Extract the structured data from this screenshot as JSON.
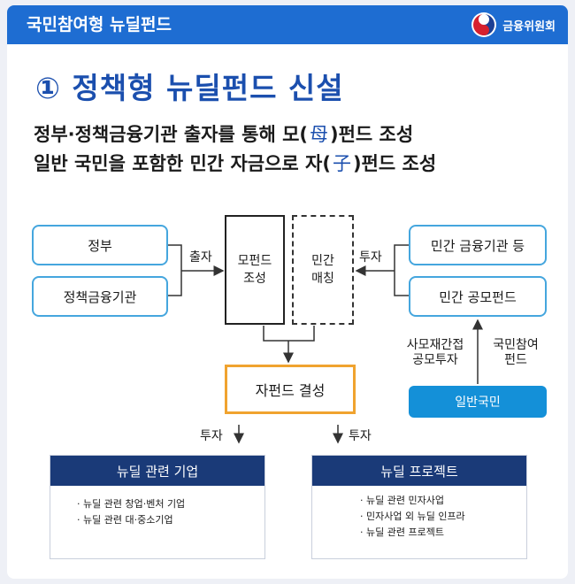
{
  "header": {
    "title": "국민참여형 뉴딜펀드",
    "logo_text": "금융위원회"
  },
  "section": {
    "title": "① 정책형 뉴딜펀드 신설",
    "line1_pre": "정부·정책금융기관 출자를 통해 모(",
    "line1_hanja": "母",
    "line1_post": ")펀드 조성",
    "line2_pre": "일반 국민을 포함한 민간 자금으로 자(",
    "line2_hanja": "子",
    "line2_post": ")펀드 조성"
  },
  "diagram": {
    "gov": "정부",
    "policy_fin": "정책금융기관",
    "invest_label_left": "출자",
    "mother_line1": "모펀드",
    "mother_line2": "조성",
    "private_line1": "민간",
    "private_line2": "매칭",
    "invest_label_right": "투자",
    "private_fin": "민간 금융기관 등",
    "private_public_fund": "민간 공모펀드",
    "indirect_line1": "사모재간접",
    "indirect_line2": "공모투자",
    "citizen_fund_line1": "국민참여",
    "citizen_fund_line2": "펀드",
    "citizen": "일반국민",
    "child_fund": "자펀드 결성",
    "invest_down_left": "투자",
    "invest_down_right": "투자"
  },
  "panels": {
    "left": {
      "title": "뉴딜 관련 기업",
      "items": [
        "· 뉴딜 관련 창업·벤처 기업",
        "· 뉴딜 관련 대·중소기업"
      ]
    },
    "right": {
      "title": "뉴딜 프로젝트",
      "items": [
        "· 뉴딜 관련 민자사업",
        "· 민자사업 외 뉴딜 인프라",
        "· 뉴딜 관련 프로젝트"
      ]
    }
  },
  "colors": {
    "header_blue": "#1e6dd2",
    "title_blue": "#1b4fae",
    "box_border": "#45a6de",
    "child_border": "#f0a32f",
    "citizen_fill": "#1490d8",
    "panel_head": "#1a3a78"
  }
}
